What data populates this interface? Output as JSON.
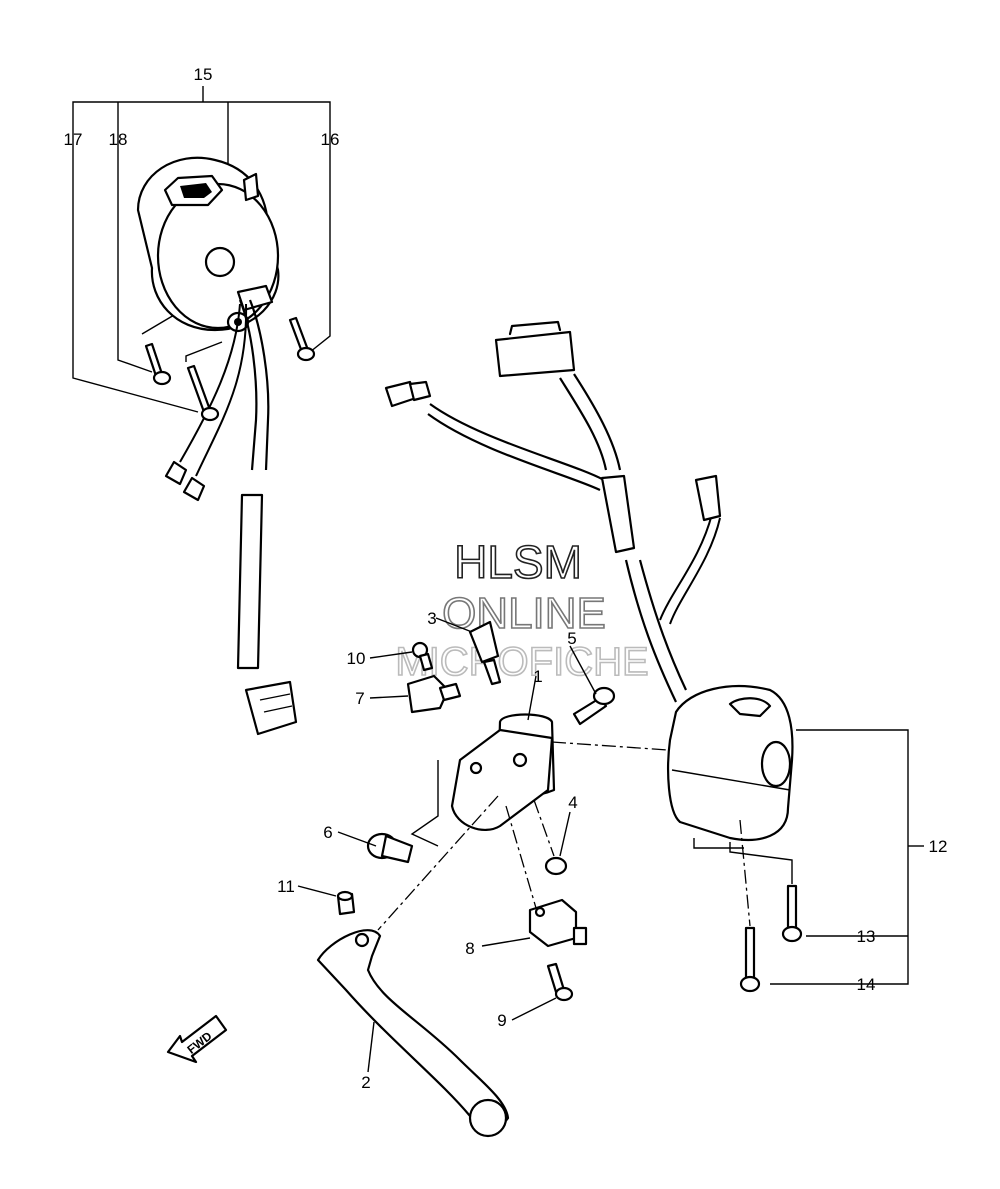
{
  "watermark": {
    "line1": "HLSM",
    "line2": "ONLINE",
    "line3": "MICROFICHE"
  },
  "callouts": {
    "c1": "1",
    "c2": "2",
    "c3": "3",
    "c4": "4",
    "c5": "5",
    "c6": "6",
    "c7": "7",
    "c8": "8",
    "c9": "9",
    "c10": "10",
    "c11": "11",
    "c12": "12",
    "c13": "13",
    "c14": "14",
    "c15": "15",
    "c16": "16",
    "c17": "17",
    "c18": "18"
  },
  "fwd_arrow": {
    "text": "FWD"
  }
}
